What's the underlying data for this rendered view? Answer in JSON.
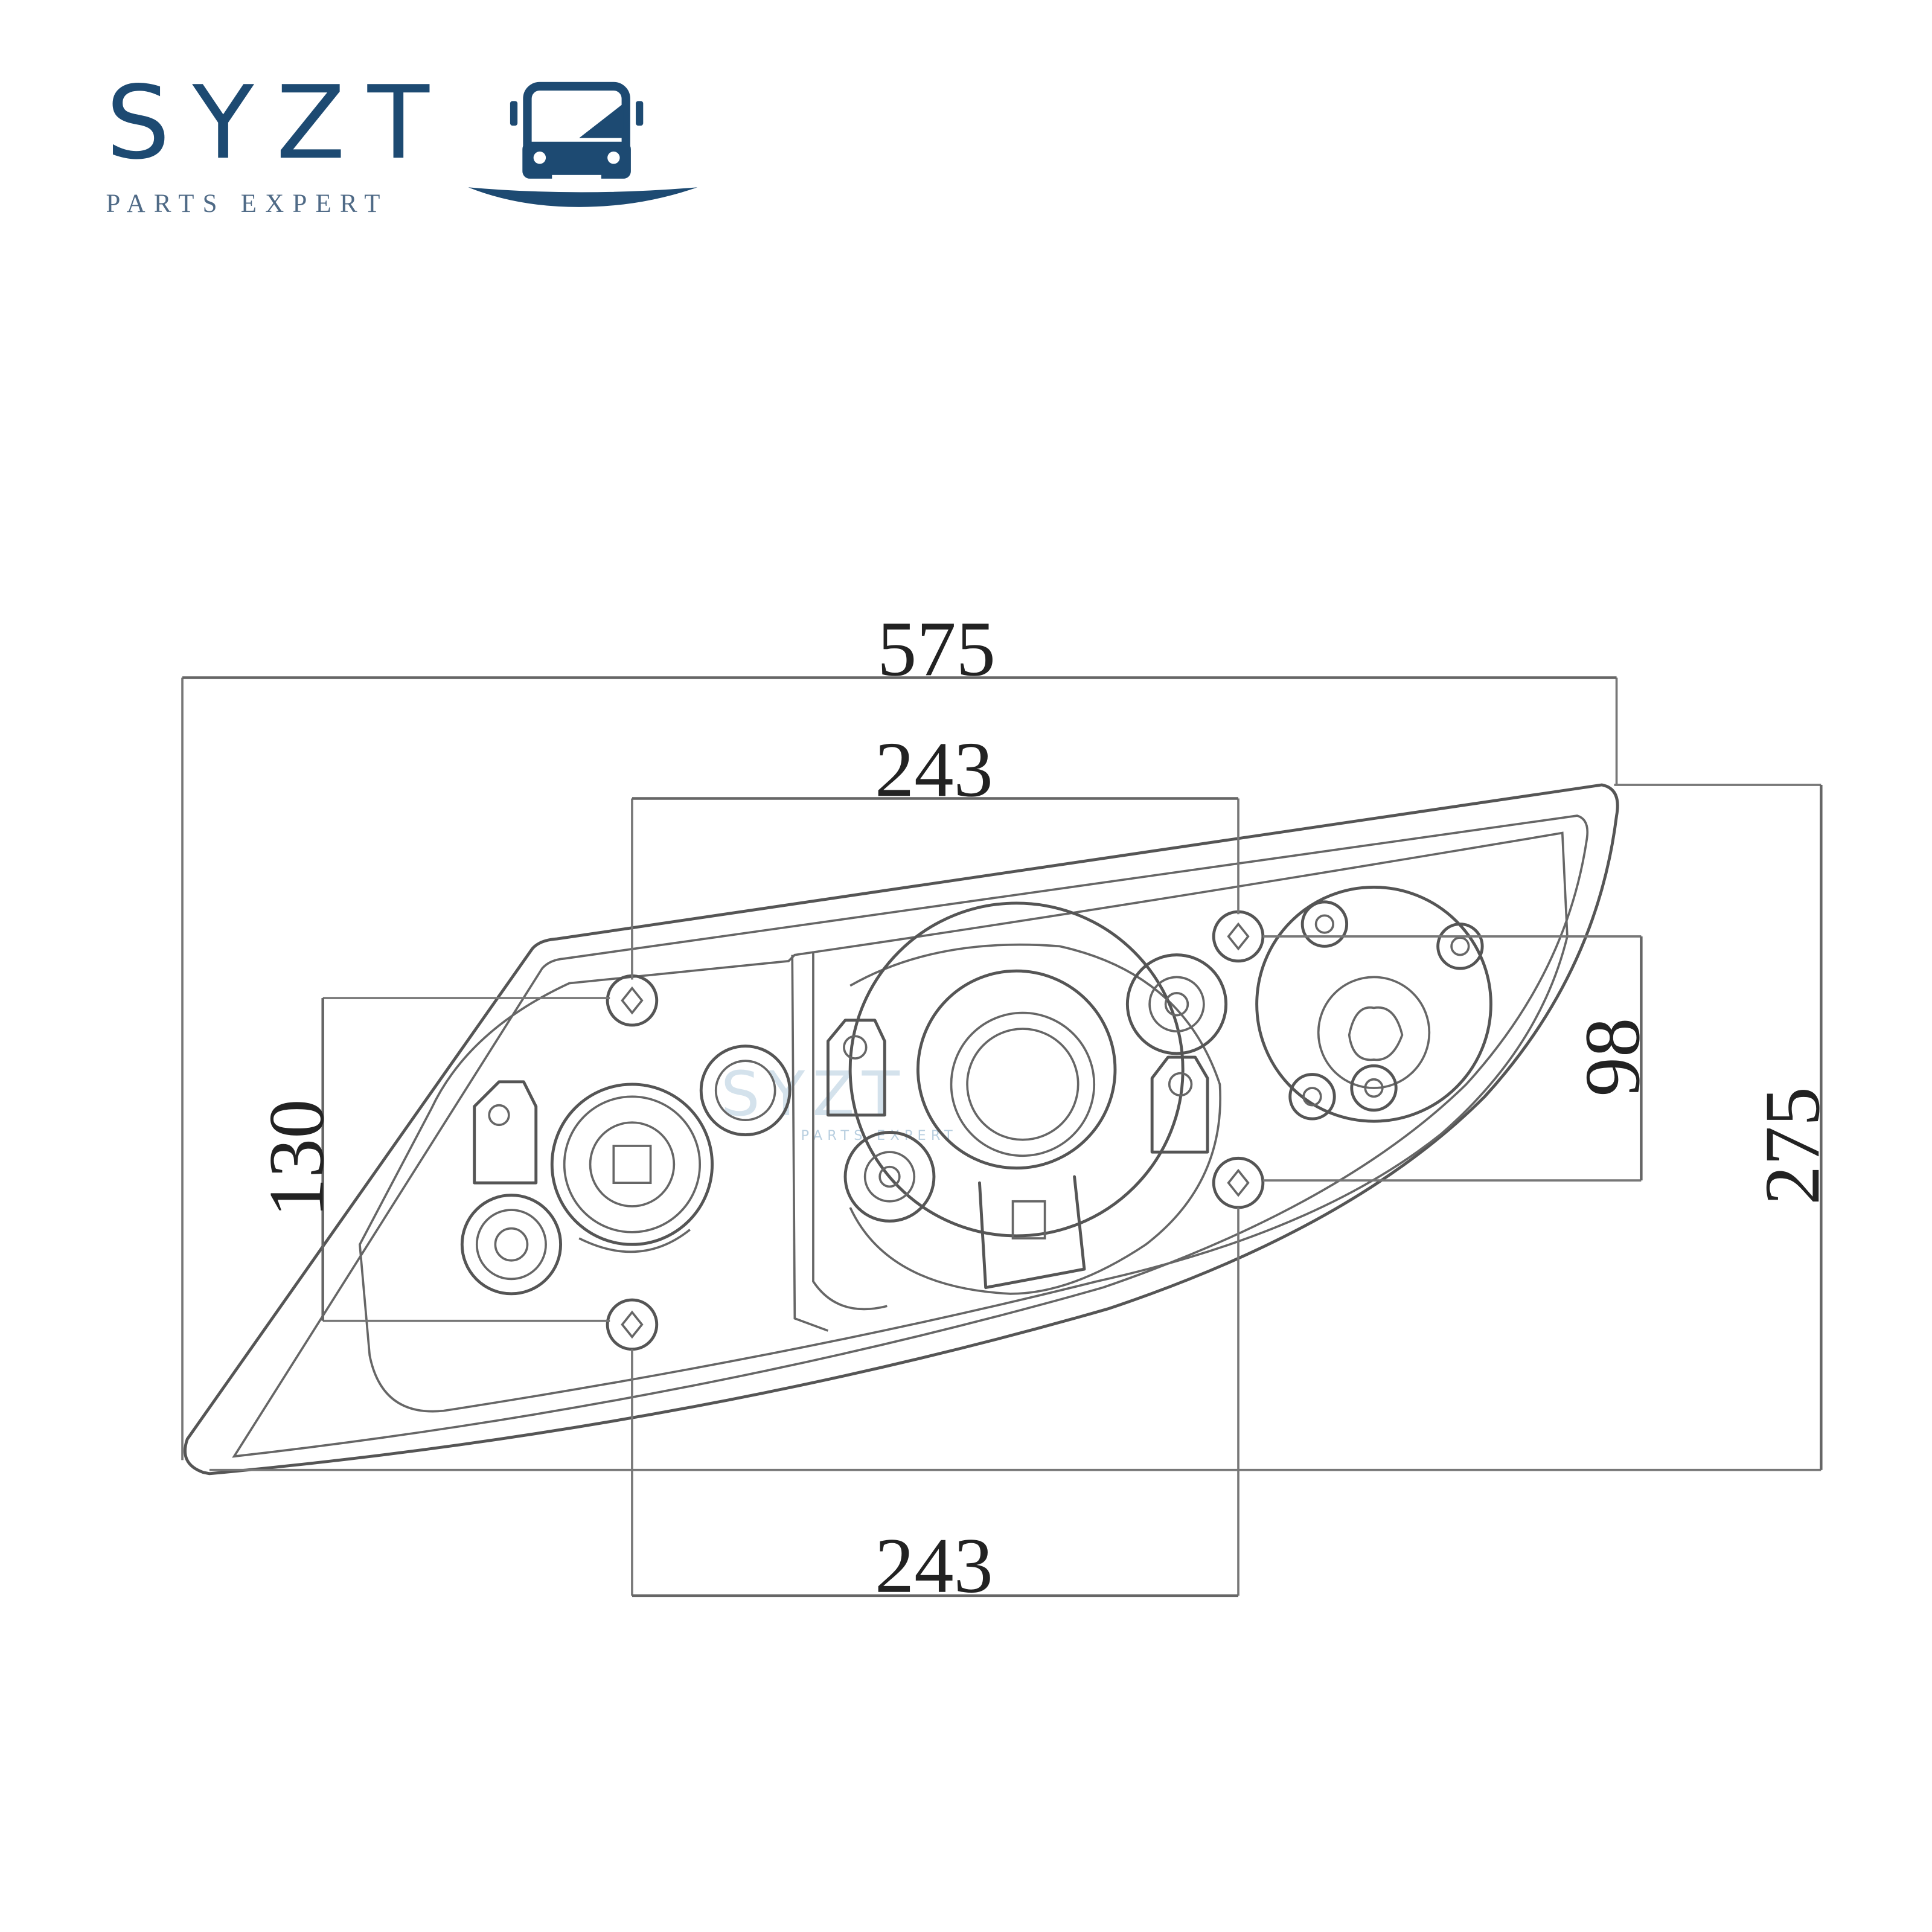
{
  "logo": {
    "brand": "SYZT",
    "tagline": "PARTS EXPERT",
    "icon": "truck-front-icon",
    "color": "#1d4a72"
  },
  "watermark": {
    "brand": "SYZT",
    "tagline": "PARTS EXPERT"
  },
  "dimensions": {
    "overall_width": "575",
    "top_hole_spacing": "243",
    "bottom_hole_spacing": "243",
    "left_hole_spacing": "130",
    "right_hole_spacing": "98",
    "overall_height": "275"
  },
  "colors": {
    "line": "#555555",
    "background": "#ffffff"
  }
}
